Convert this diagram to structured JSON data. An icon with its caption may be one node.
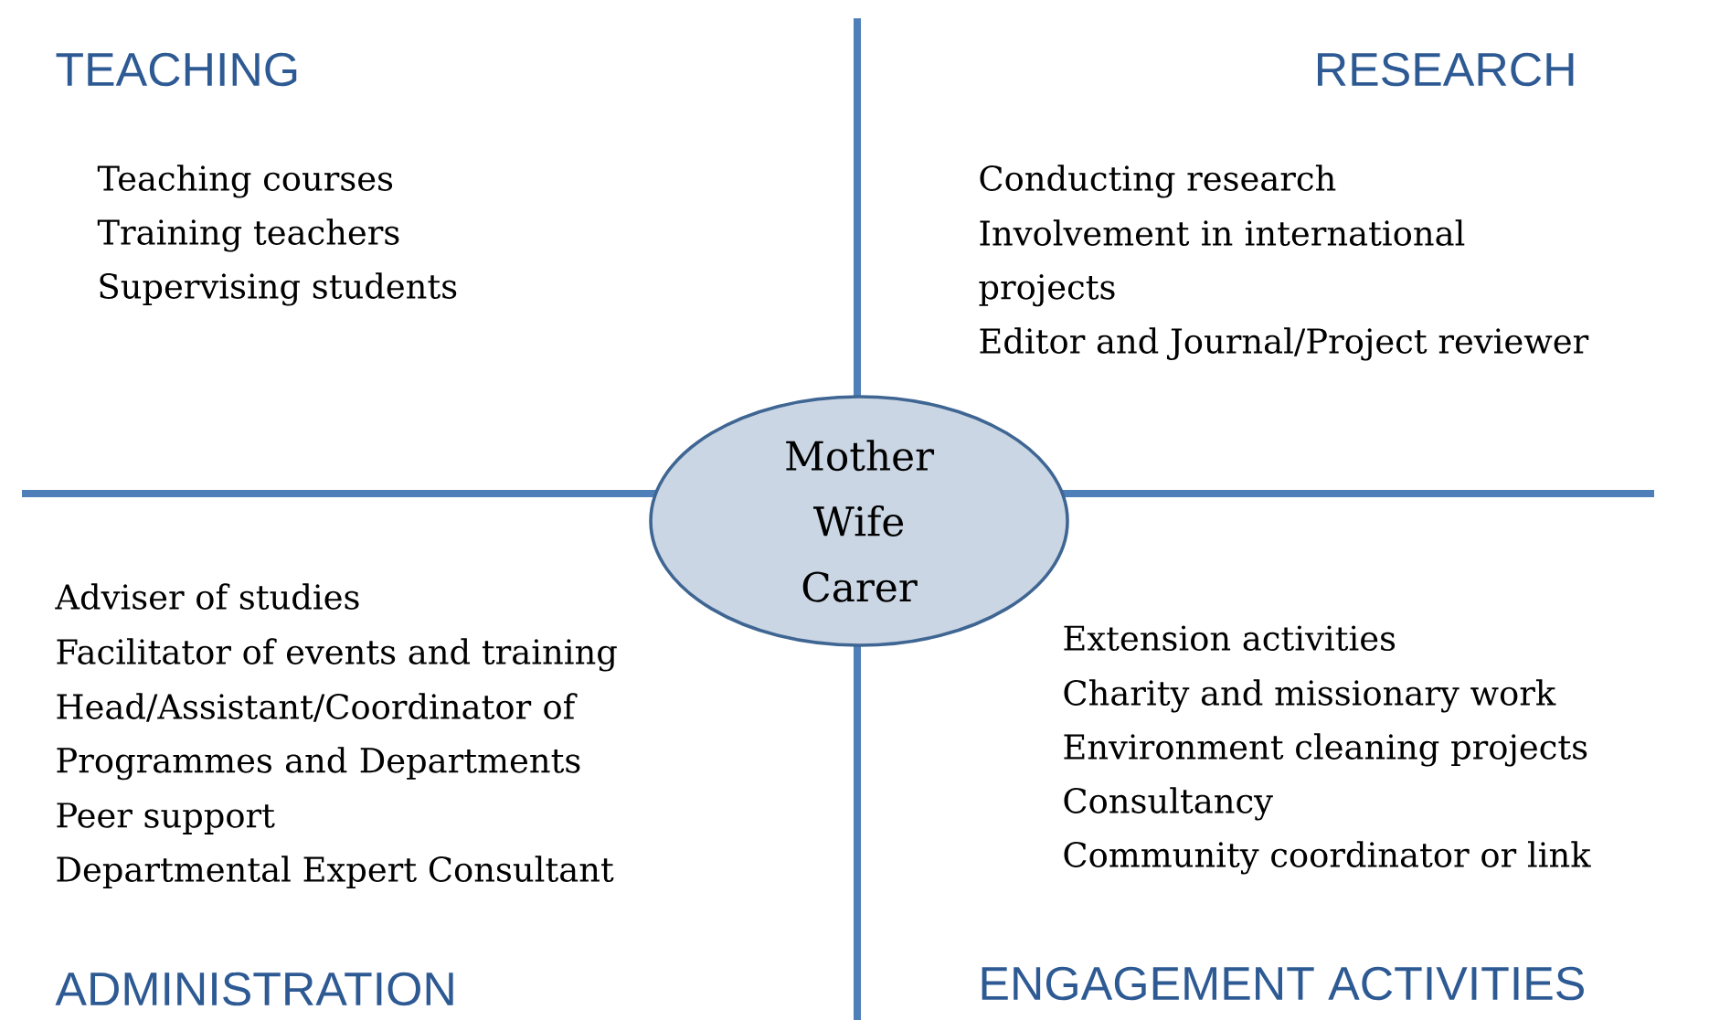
{
  "diagram": {
    "nodes": [
      {
        "text": [
          "Mother Wife Carer"
        ]
      }
    ],
    "labels": [
      "TEACHING",
      "Teaching courses",
      "Training teachers",
      "Supervising students",
      "RESEARCH",
      "Conducting research",
      "Involvement in international projects",
      "Editor and Journal/Project reviewer",
      "Adviser of studies",
      "Facilitator of events and training",
      "Head/Assistant/Coordinator of Programmes and Departments",
      "Peer support",
      "Departmental Expert Consultant",
      "ADMINISTRATION",
      "Extension activities",
      "Charity and missionary work",
      "Environment cleaning projects",
      "Consultancy",
      "Community coordinator or link",
      "ENGAGEMENT ACTIVITIES"
    ]
  }
}
